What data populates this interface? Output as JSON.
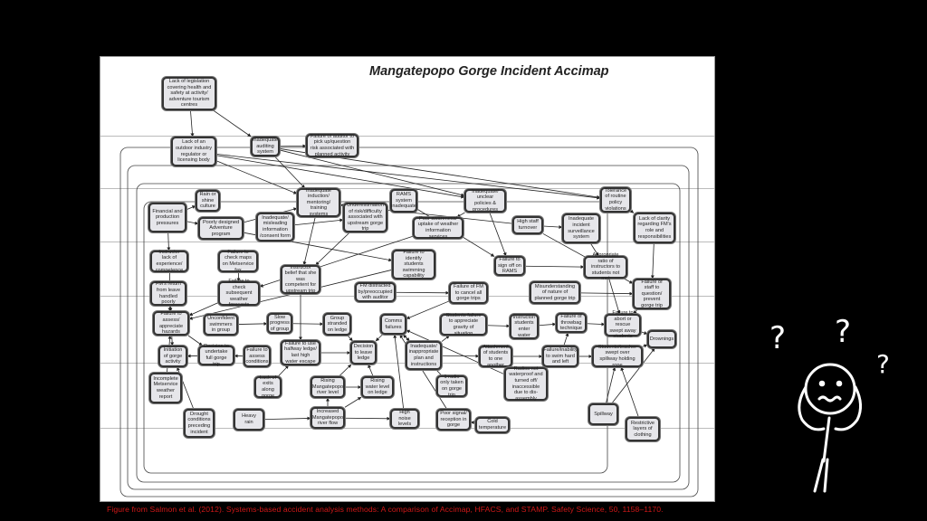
{
  "figure": {
    "title": "Mangatepopo Gorge Incident Accimap",
    "nodes": [
      {
        "id": "n1",
        "label": "Lack of legislation covering health and safety at activity/ adventure tourism centres"
      },
      {
        "id": "n2",
        "label": "Lack of an outdoor industry regulator or licensing body"
      },
      {
        "id": "n3",
        "label": "Inadequate auditing system"
      },
      {
        "id": "n4",
        "label": "Failure of auditor to pick up/question risk associated with planned activity"
      },
      {
        "id": "n5",
        "label": "Financial and production pressures"
      },
      {
        "id": "n6",
        "label": "Rain or shine culture"
      },
      {
        "id": "n7",
        "label": "Poorly designed Adventure program"
      },
      {
        "id": "n8",
        "label": "Inadequate induction/ mentoring/ training systems"
      },
      {
        "id": "n9",
        "label": "Inadequate/ misleading information /consent form"
      },
      {
        "id": "n10",
        "label": "Underestimation of risk/difficulty associated with upstream gorge trip"
      },
      {
        "id": "n11",
        "label": "RAMS system inadequate"
      },
      {
        "id": "n12",
        "label": "Inadequate/ unclear policies & procedures"
      },
      {
        "id": "n13",
        "label": "Poor awareness/ uptake of weather information services"
      },
      {
        "id": "n14",
        "label": "High staff turnover"
      },
      {
        "id": "n15",
        "label": "Inadequate incident surveillance system"
      },
      {
        "id": "n16",
        "label": "Tolerance of routine policy violations"
      },
      {
        "id": "n17",
        "label": "Lack of clarity regarding FM's role and responsibilities"
      },
      {
        "id": "n18",
        "label": "Instructor lack of experience/ competence"
      },
      {
        "id": "n19",
        "label": "Failure to check maps on Metservice fax"
      },
      {
        "id": "n20",
        "label": "Instructor belief that she was competent for upstream trip"
      },
      {
        "id": "n21",
        "label": "Failure to identify students swimming capability"
      },
      {
        "id": "n22",
        "label": "Failure to sign off on RAMS"
      },
      {
        "id": "n23",
        "label": "Appropriate ratio of instructors to students not met"
      },
      {
        "id": "n24",
        "label": "FM's return from leave handled poorly"
      },
      {
        "id": "n25",
        "label": "Failure to check subsequent weather forecasts"
      },
      {
        "id": "n26",
        "label": "FM distracted by/preoccupied with auditor"
      },
      {
        "id": "n27",
        "label": "Failure of FM to cancel all gorge trips"
      },
      {
        "id": "n28",
        "label": "Misunderstanding of nature of planned gorge trip"
      },
      {
        "id": "n29",
        "label": "Failure of staff to question/ prevent gorge trip"
      },
      {
        "id": "n30",
        "label": "Failure to assess/ appreciate hazards"
      },
      {
        "id": "n31",
        "label": "Unconfident swimmers in group"
      },
      {
        "id": "n32",
        "label": "Slow progress of group"
      },
      {
        "id": "n33",
        "label": "Group stranded on ledge"
      },
      {
        "id": "n34",
        "label": "Comms failures"
      },
      {
        "id": "n35",
        "label": "Students failure to appreciate gravity of situation"
      },
      {
        "id": "n36",
        "label": "Instructor/ students enter water"
      },
      {
        "id": "n37",
        "label": "Failure of throwbag technique"
      },
      {
        "id": "n38",
        "label": "Failure to abort or rescue swept away students"
      },
      {
        "id": "n39",
        "label": "Drownings"
      },
      {
        "id": "n40",
        "label": "Initiation of gorge activity"
      },
      {
        "id": "n41",
        "label": "Decision to undertake full gorge trip"
      },
      {
        "id": "n42",
        "label": "Failure to assess conditions"
      },
      {
        "id": "n43",
        "label": "Failure to use halfway ledge/ last high water escape"
      },
      {
        "id": "n44",
        "label": "Decision to leave ledge"
      },
      {
        "id": "n45",
        "label": "Inadequate/ inappropriate plan and instructions"
      },
      {
        "id": "n46",
        "label": "Attachment of students to one another"
      },
      {
        "id": "n47",
        "label": "Failure/inability to swim hard and left"
      },
      {
        "id": "n48",
        "label": "Students/teacher swept over spillway holding rope"
      },
      {
        "id": "n49",
        "label": "Incomplete Metservice weather report"
      },
      {
        "id": "n50",
        "label": "Lack of exits along gorge"
      },
      {
        "id": "n51",
        "label": "Rising Mangatepopo river level"
      },
      {
        "id": "n52",
        "label": "Rising water level on ledge"
      },
      {
        "id": "n53",
        "label": "1 radio only taken on gorge trip"
      },
      {
        "id": "n54",
        "label": "Radios not waterproof and turned off/ inaccessible due to dis-assembly"
      },
      {
        "id": "n55",
        "label": "Drought conditions preceding incident"
      },
      {
        "id": "n56",
        "label": "Heavy rain"
      },
      {
        "id": "n57",
        "label": "Increased Mangatepopo river flow"
      },
      {
        "id": "n58",
        "label": "High noise levels"
      },
      {
        "id": "n59",
        "label": "Poor signal/ reception in gorge"
      },
      {
        "id": "n60",
        "label": "Cold temperature"
      },
      {
        "id": "n61",
        "label": "Spillway"
      },
      {
        "id": "n62",
        "label": "Restrictive layers of clothing"
      }
    ],
    "edges": [
      [
        "n1",
        "n2"
      ],
      [
        "n1",
        "n3"
      ],
      [
        "n3",
        "n4"
      ],
      [
        "n2",
        "n12"
      ],
      [
        "n2",
        "n16"
      ],
      [
        "n3",
        "n12"
      ],
      [
        "n3",
        "n16"
      ],
      [
        "n3",
        "n8"
      ],
      [
        "n2",
        "n8"
      ],
      [
        "n5",
        "n6"
      ],
      [
        "n5",
        "n7"
      ],
      [
        "n5",
        "n18"
      ],
      [
        "n7",
        "n8"
      ],
      [
        "n7",
        "n21"
      ],
      [
        "n8",
        "n20"
      ],
      [
        "n9",
        "n10"
      ],
      [
        "n10",
        "n20"
      ],
      [
        "n12",
        "n22"
      ],
      [
        "n12",
        "n13"
      ],
      [
        "n14",
        "n15"
      ],
      [
        "n14",
        "n8"
      ],
      [
        "n15",
        "n23"
      ],
      [
        "n16",
        "n17"
      ],
      [
        "n17",
        "n29"
      ],
      [
        "n14",
        "n29"
      ],
      [
        "n18",
        "n30"
      ],
      [
        "n24",
        "n30"
      ],
      [
        "n25",
        "n30"
      ],
      [
        "n19",
        "n25"
      ],
      [
        "n20",
        "n43"
      ],
      [
        "n21",
        "n30"
      ],
      [
        "n26",
        "n27"
      ],
      [
        "n22",
        "n23"
      ],
      [
        "n27",
        "n34"
      ],
      [
        "n28",
        "n29"
      ],
      [
        "n29",
        "n38"
      ],
      [
        "n30",
        "n40"
      ],
      [
        "n30",
        "n41"
      ],
      [
        "n31",
        "n32"
      ],
      [
        "n32",
        "n33"
      ],
      [
        "n33",
        "n44"
      ],
      [
        "n34",
        "n44"
      ],
      [
        "n34",
        "n45"
      ],
      [
        "n35",
        "n36"
      ],
      [
        "n36",
        "n37"
      ],
      [
        "n37",
        "n38"
      ],
      [
        "n38",
        "n39"
      ],
      [
        "n45",
        "n46"
      ],
      [
        "n45",
        "n35"
      ],
      [
        "n46",
        "n47"
      ],
      [
        "n47",
        "n48"
      ],
      [
        "n48",
        "n39"
      ],
      [
        "n47",
        "n37"
      ],
      [
        "n41",
        "n40"
      ],
      [
        "n42",
        "n41"
      ],
      [
        "n43",
        "n44"
      ],
      [
        "n50",
        "n43"
      ],
      [
        "n51",
        "n52"
      ],
      [
        "n51",
        "n44"
      ],
      [
        "n52",
        "n44"
      ],
      [
        "n56",
        "n57"
      ],
      [
        "n57",
        "n51"
      ],
      [
        "n57",
        "n58"
      ],
      [
        "n57",
        "n52"
      ],
      [
        "n58",
        "n34"
      ],
      [
        "n53",
        "n34"
      ],
      [
        "n54",
        "n34"
      ],
      [
        "n59",
        "n34"
      ],
      [
        "n60",
        "n59"
      ],
      [
        "n61",
        "n48"
      ],
      [
        "n62",
        "n48"
      ],
      [
        "n61",
        "n39"
      ],
      [
        "n55",
        "n40"
      ],
      [
        "n49",
        "n30"
      ],
      [
        "n13",
        "n25"
      ],
      [
        "n11",
        "n22"
      ],
      [
        "n23",
        "n38"
      ]
    ]
  },
  "caption": "Figure from Salmon et al. (2012). Systems-based accident analysis methods: A comparison of Accimap, HFACS, and STAMP. Safety Science, 50, 1158–1170.",
  "doodle": {
    "marks": [
      "?",
      "?",
      "?"
    ]
  }
}
